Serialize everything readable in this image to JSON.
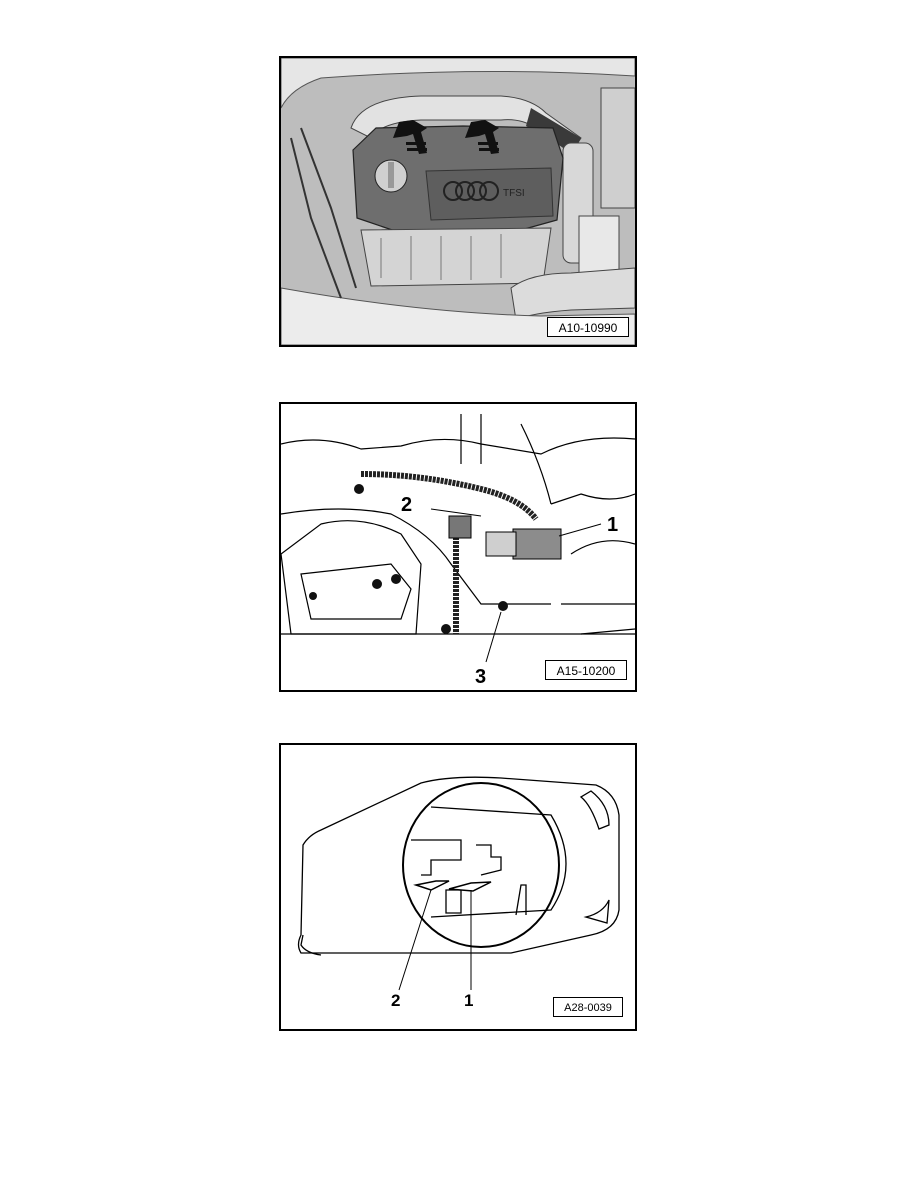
{
  "figures": [
    {
      "ref": "A10-10990",
      "subject": "engine cover with Audi rings and TFSI logo",
      "arrows": 2,
      "cover_text": "TFSI"
    },
    {
      "ref": "A15-10200",
      "subject": "wiring harness and connector detail",
      "callouts": [
        "1",
        "2",
        "3"
      ]
    },
    {
      "ref": "A28-0039",
      "subject": "connector housing with locking tabs",
      "callouts": [
        "2",
        "1"
      ]
    }
  ]
}
